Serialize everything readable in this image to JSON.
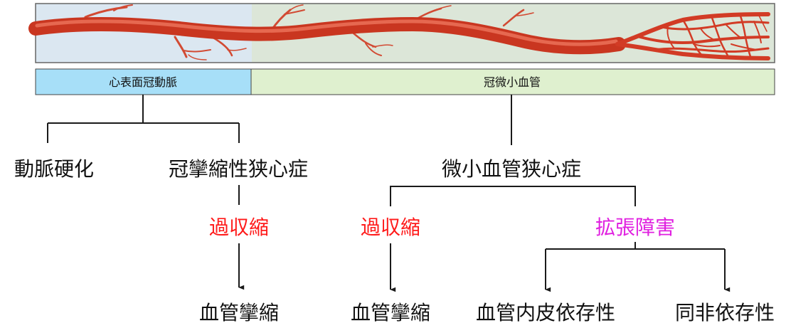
{
  "colors": {
    "coronary_band": "#a7dff8",
    "micro_band": "#dff0cf",
    "photo_left_bg": "#dbe7f1",
    "photo_right_bg": "#dce6d8",
    "vessel": "#d63a24",
    "vessel_highlight": "#f07a62",
    "process_red": "#ff1a1a",
    "process_magenta": "#e020e0",
    "line": "#1a1a1a"
  },
  "image": {
    "label": "coronary-vessel-illustration"
  },
  "bands": {
    "epicardial": "心表面冠動脈",
    "microvascular": "冠微小血管"
  },
  "nodes": {
    "atherosclerosis": "動脈硬化",
    "vasospastic_angina": "冠攣縮性狭心症",
    "microvascular_angina": "微小血管狭心症",
    "hypercontraction_left": "過収縮",
    "hypercontraction_right": "過収縮",
    "dilation_impairment": "拡張障害",
    "vasospasm_left": "血管攣縮",
    "vasospasm_right": "血管攣縮",
    "endothelium_dependent": "血管内皮依存性",
    "endothelium_independent": "同非依存性"
  }
}
